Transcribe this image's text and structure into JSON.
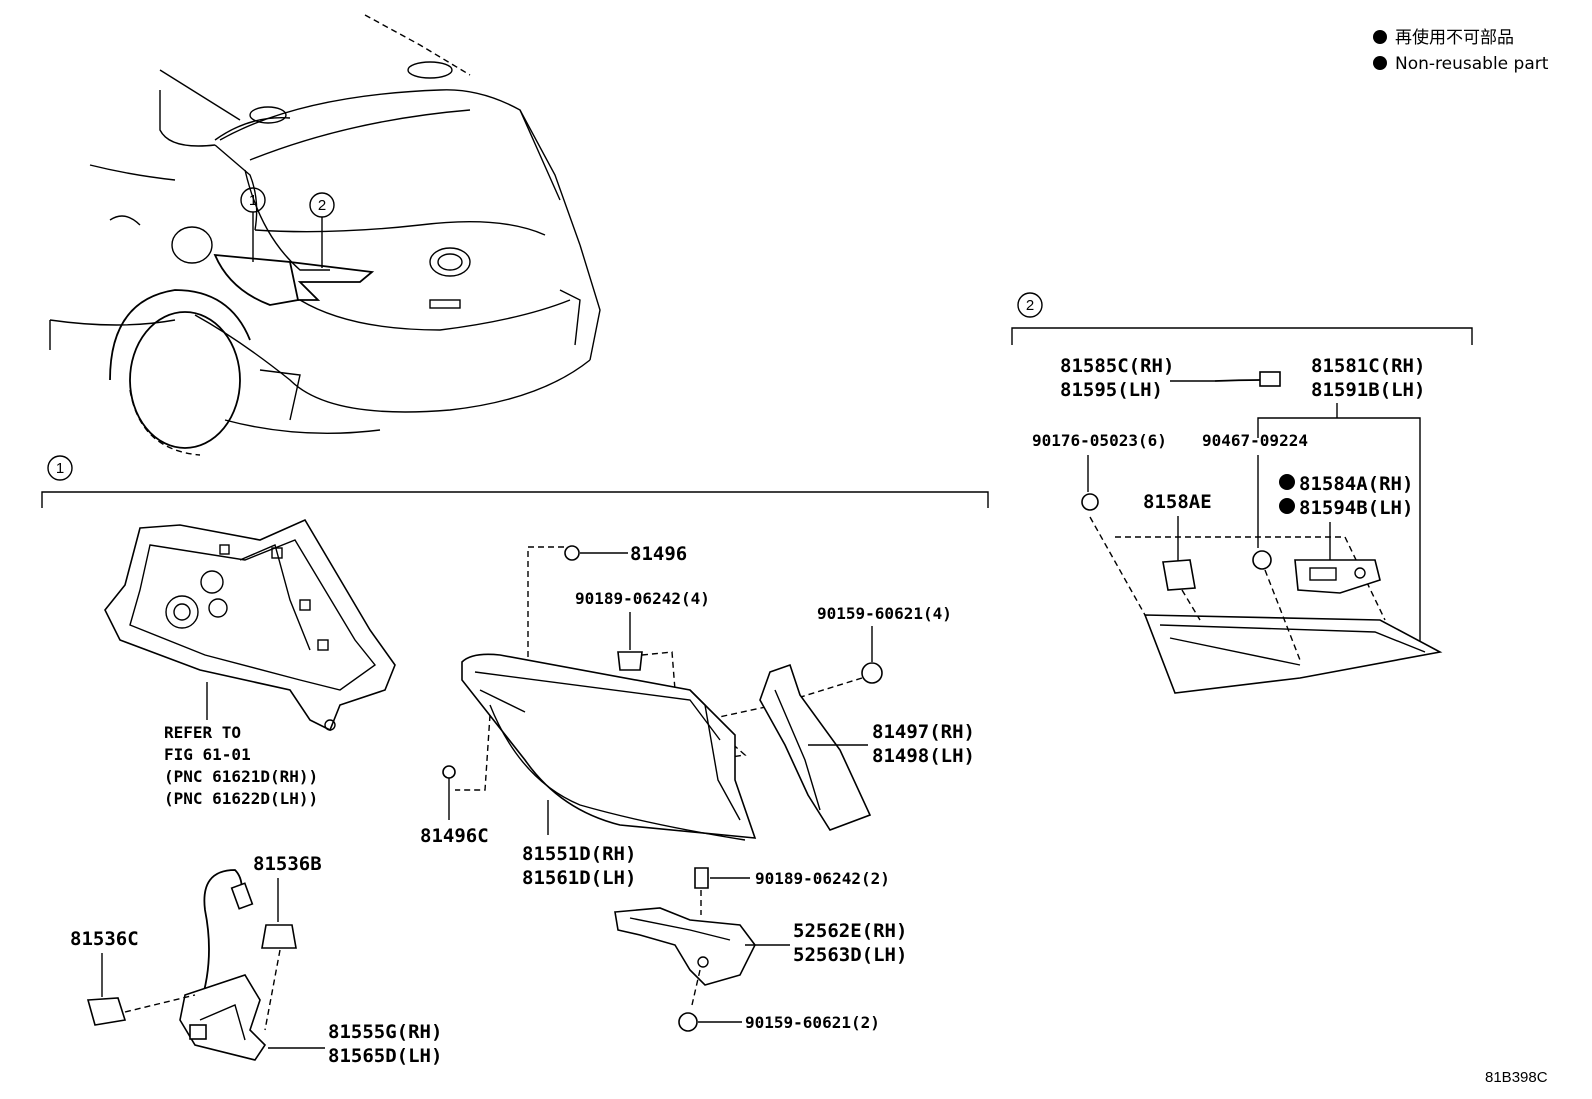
{
  "legend": {
    "jp": "再使用不可部品",
    "en": "Non-reusable part"
  },
  "diagram_code": "81B398C",
  "callouts": {
    "c1": "1",
    "c2": "2"
  },
  "section1": {
    "refer": [
      "REFER TO",
      "FIG 61-01",
      "(PNC 61621D(RH))",
      "(PNC 61622D(LH))"
    ],
    "p81496": "81496",
    "p90189a": "90189-06242(4)",
    "p90159a": "90159-60621(4)",
    "p81497": "81497(RH)",
    "p81498": "81498(LH)",
    "p81496c": "81496C",
    "p81551": "81551D(RH)",
    "p81561": "81561D(LH)",
    "p81536b": "81536B",
    "p90189b": "90189-06242(2)",
    "p81536c": "81536C",
    "p52562": "52562E(RH)",
    "p52563": "52563D(LH)",
    "p81555": "81555G(RH)",
    "p81565": "81565D(LH)",
    "p90159b": "90159-60621(2)"
  },
  "section2": {
    "p81585": "81585C(RH)",
    "p81595": "81595(LH)",
    "p81581": "81581C(RH)",
    "p81591": "81591B(LH)",
    "p90176": "90176-05023(6)",
    "p90467": "90467-09224",
    "p81584": "81584A(RH)",
    "p81594": "81594B(LH)",
    "p8158ae": "8158AE"
  }
}
